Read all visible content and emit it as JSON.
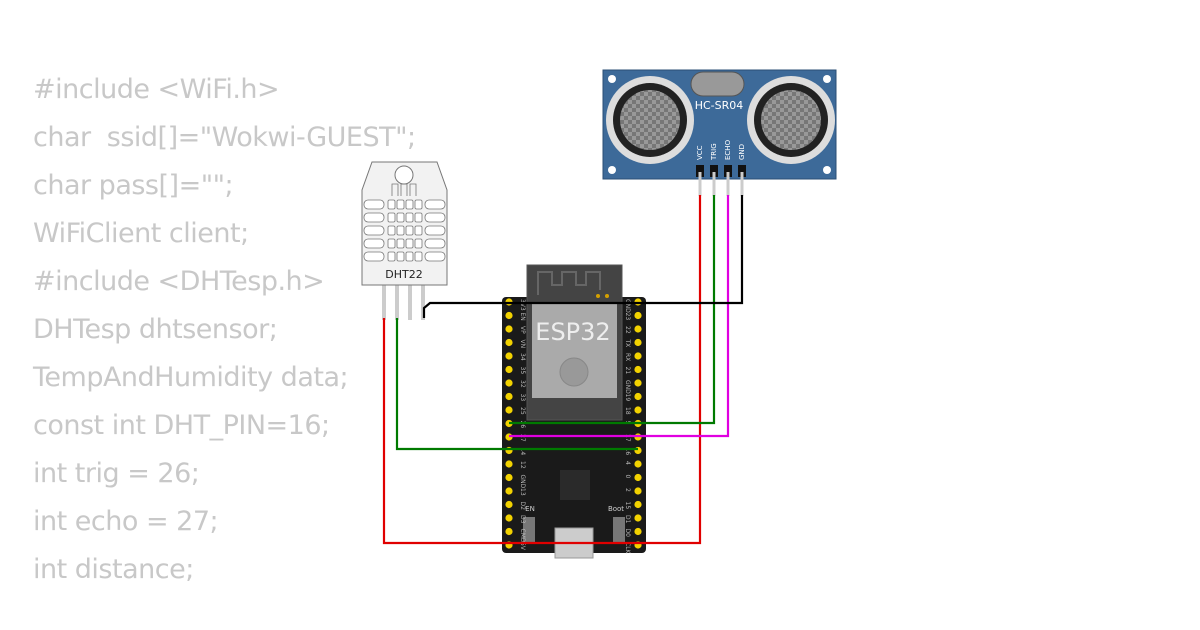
{
  "code_lines": [
    "#include <WiFi.h>",
    "char  ssid[]=\"Wokwi-GUEST\";",
    "char pass[]=\"\";",
    "WiFiClient client;",
    "#include <DHTesp.h>",
    "DHTesp dhtsensor;",
    "TempAndHumidity data;",
    "const int DHT_PIN=16;",
    "int trig = 26;",
    "int echo = 27;",
    "int distance;"
  ],
  "dht": {
    "label": "DHT22"
  },
  "ultrasonic": {
    "label": "HC-SR04",
    "pins": [
      "VCC",
      "TRIG",
      "ECHO",
      "GND"
    ],
    "color": "#3d6a99"
  },
  "esp32": {
    "label": "ESP32",
    "left_pins": [
      "3V3",
      "EN",
      "VP",
      "VN",
      "34",
      "35",
      "32",
      "33",
      "25",
      "26",
      "27",
      "14",
      "12",
      "GND",
      "13",
      "D2",
      "D3",
      "CMD",
      "5V"
    ],
    "right_pins": [
      "GND",
      "23",
      "22",
      "TX",
      "RX",
      "21",
      "GND",
      "19",
      "18",
      "5",
      "17",
      "16",
      "4",
      "0",
      "2",
      "15",
      "D1",
      "D0",
      "CLK"
    ],
    "en_label": "EN",
    "boot_label": "Boot"
  },
  "wire_colors": {
    "vcc": "#e00000",
    "data": "#007a00",
    "echo": "#e000e0",
    "gnd": "#000000"
  }
}
